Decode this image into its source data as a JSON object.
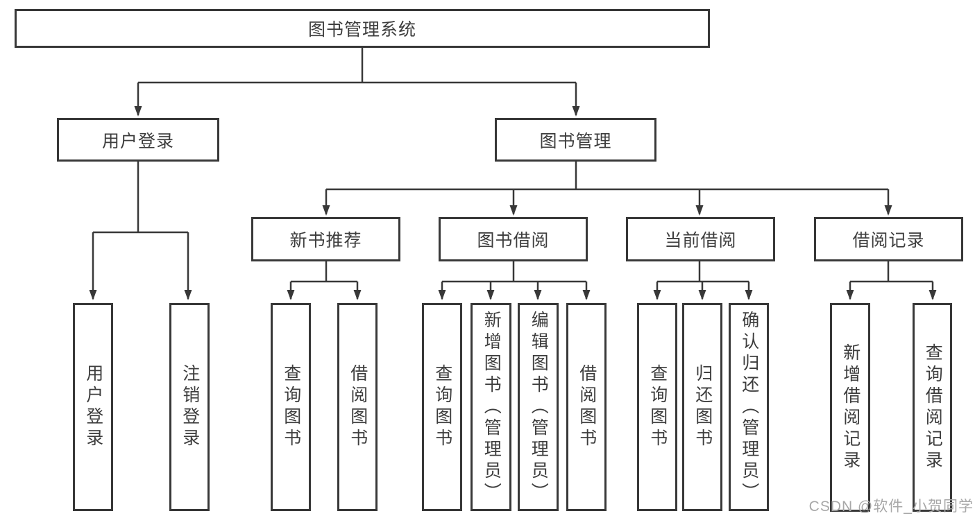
{
  "diagram": {
    "type": "tree",
    "tree": {
      "label": "图书管理系统",
      "children": [
        {
          "label": "用户登录",
          "children": [
            {
              "label": "用户登录"
            },
            {
              "label": "注销登录"
            }
          ]
        },
        {
          "label": "图书管理",
          "children": [
            {
              "label": "新书推荐",
              "children": [
                {
                  "label": "查询图书"
                },
                {
                  "label": "借阅图书"
                }
              ]
            },
            {
              "label": "图书借阅",
              "children": [
                {
                  "label": "查询图书"
                },
                {
                  "label": "新增图书（管理员）"
                },
                {
                  "label": "编辑图书（管理员）"
                },
                {
                  "label": "借阅图书"
                }
              ]
            },
            {
              "label": "当前借阅",
              "children": [
                {
                  "label": "查询图书"
                },
                {
                  "label": "归还图书"
                },
                {
                  "label": "确认归还（管理员）"
                }
              ]
            },
            {
              "label": "借阅记录",
              "children": [
                {
                  "label": "新增借阅记录"
                },
                {
                  "label": "查询借阅记录"
                }
              ]
            }
          ]
        }
      ]
    },
    "colors": {
      "line": "#383838",
      "box_border": "#383838",
      "box_fill": "#ffffff",
      "text": "#3d3d3d",
      "background": "#ffffff"
    }
  },
  "watermark": {
    "text": "CSDN @软件_小贺同学",
    "color": "#a8a8a8"
  }
}
